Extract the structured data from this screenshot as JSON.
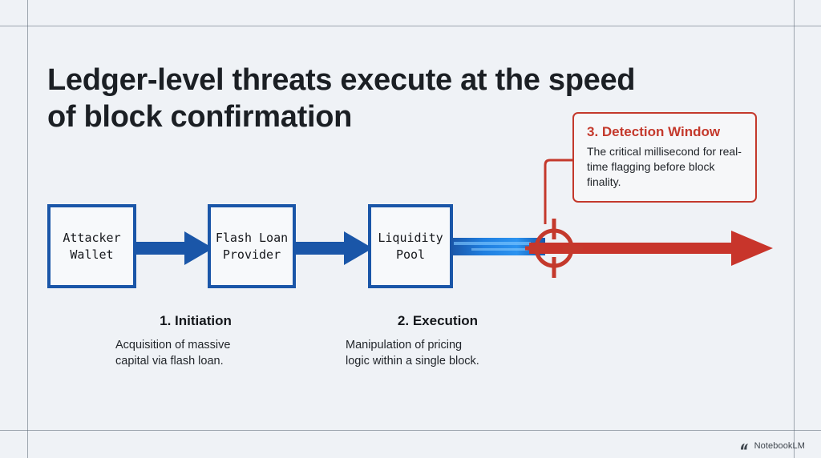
{
  "slide": {
    "background_color": "#eff2f6",
    "title_line_1": "Ledger-level threats execute at the speed",
    "title_line_2": "of block confirmation"
  },
  "colors": {
    "blue": "#1a56a8",
    "blue_glow": "#1f7fe0",
    "red": "#c4392c",
    "red_arrow": "#c8352b",
    "text": "#1b1f24"
  },
  "flow": {
    "nodes": [
      {
        "id": "attacker-wallet",
        "label": "Attacker\nWallet"
      },
      {
        "id": "flash-loan-provider",
        "label": "Flash Loan\nProvider"
      },
      {
        "id": "liquidity-pool",
        "label": "Liquidity\nPool"
      }
    ],
    "crosshair_icon": "crosshair-target-icon"
  },
  "callout": {
    "title": "3. Detection Window",
    "body": "The critical millisecond for real-time flagging before block finality."
  },
  "steps": [
    {
      "id": "initiation",
      "title": "1. Initiation",
      "desc": "Acquisition of massive\ncapital via flash loan."
    },
    {
      "id": "execution",
      "title": "2. Execution",
      "desc": "Manipulation of pricing\nlogic within a single block."
    }
  ],
  "watermark": {
    "label": "NotebookLM",
    "icon": "notebooklm-logo-icon"
  }
}
